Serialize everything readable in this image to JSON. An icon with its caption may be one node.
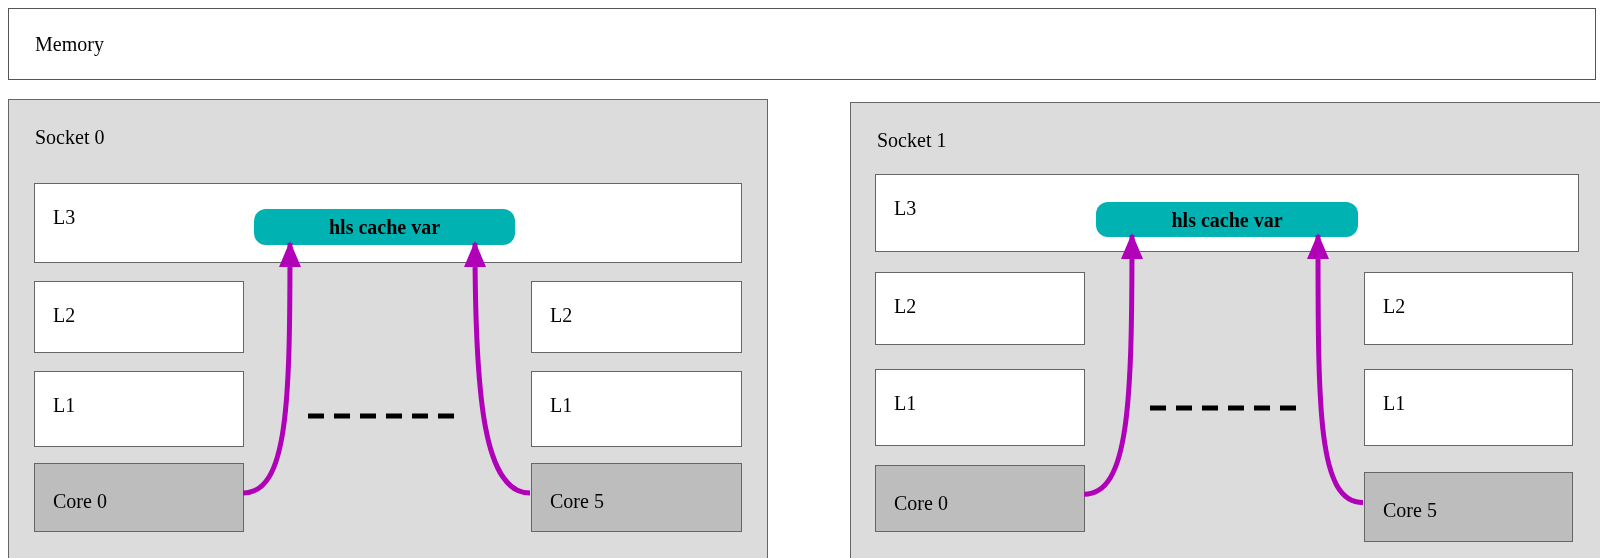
{
  "diagram": {
    "nodes": [
      {
        "text": [
          "Memory"
        ]
      },
      {
        "text": [
          "Socket 0"
        ]
      },
      {
        "text": [
          "L3"
        ],
        "in": 1
      },
      {
        "text": [
          "hls cache var"
        ],
        "in": 2
      },
      {
        "text": [
          "L2"
        ],
        "in": 1
      },
      {
        "text": [
          "L2"
        ],
        "in": 1
      },
      {
        "text": [
          "L1"
        ],
        "in": 1
      },
      {
        "text": [
          "L1"
        ],
        "in": 1
      },
      {
        "text": [
          "Core 0"
        ],
        "in": 1
      },
      {
        "text": [
          "Core 5"
        ],
        "in": 1
      },
      {
        "text": [
          "Socket 1"
        ]
      },
      {
        "text": [
          "L3"
        ],
        "in": 10
      },
      {
        "text": [
          "hls cache var"
        ],
        "in": 11
      },
      {
        "text": [
          "L2"
        ],
        "in": 10
      },
      {
        "text": [
          "L2"
        ],
        "in": 10
      },
      {
        "text": [
          "L1"
        ],
        "in": 10
      },
      {
        "text": [
          "L1"
        ],
        "in": 10
      },
      {
        "text": [
          "Core 0"
        ],
        "in": 10
      },
      {
        "text": [
          "Core 5"
        ],
        "in": 10
      }
    ],
    "edges": [
      {
        "from": 8,
        "to": 3,
        "arrow": "to"
      },
      {
        "from": 9,
        "to": 3,
        "arrow": "to"
      },
      {
        "from": 17,
        "to": 12,
        "arrow": "to"
      },
      {
        "from": 18,
        "to": 12,
        "arrow": "to"
      }
    ]
  }
}
